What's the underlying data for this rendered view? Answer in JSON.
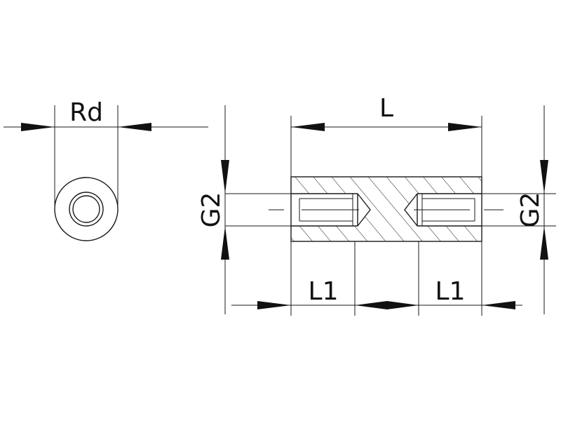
{
  "labels": {
    "rd": "Rd",
    "length": "L",
    "thread_left": "G2",
    "thread_right": "G2",
    "depth_left": "L1",
    "depth_right": "L1"
  },
  "colors": {
    "line": "#1a1a1a",
    "background": "#ffffff"
  }
}
